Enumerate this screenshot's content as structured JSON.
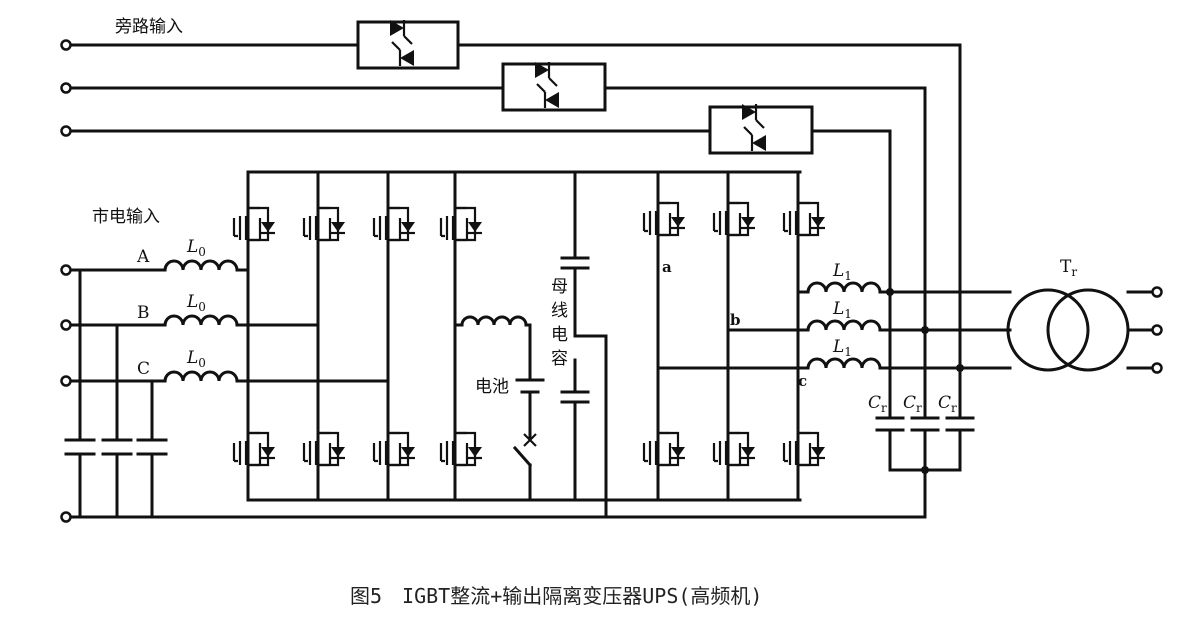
{
  "labels": {
    "bypass_input": "旁路输入",
    "mains_input": "市电输入",
    "phase_a": "A",
    "phase_b": "B",
    "phase_c": "C",
    "inductor_in": "L",
    "inductor_in_sub": "0",
    "inductor_out": "L",
    "inductor_out_sub": "1",
    "dc_cap_1": "母",
    "dc_cap_2": "线",
    "dc_cap_3": "电",
    "dc_cap_4": "容",
    "battery": "电池",
    "node_a": "a",
    "node_b": "b",
    "node_c": "c",
    "cap_out": "C",
    "cap_out_sub": "r",
    "transformer": "T",
    "transformer_sub": "r"
  },
  "caption": "图5　IGBT整流+输出隔离变压器UPS(高频机)"
}
